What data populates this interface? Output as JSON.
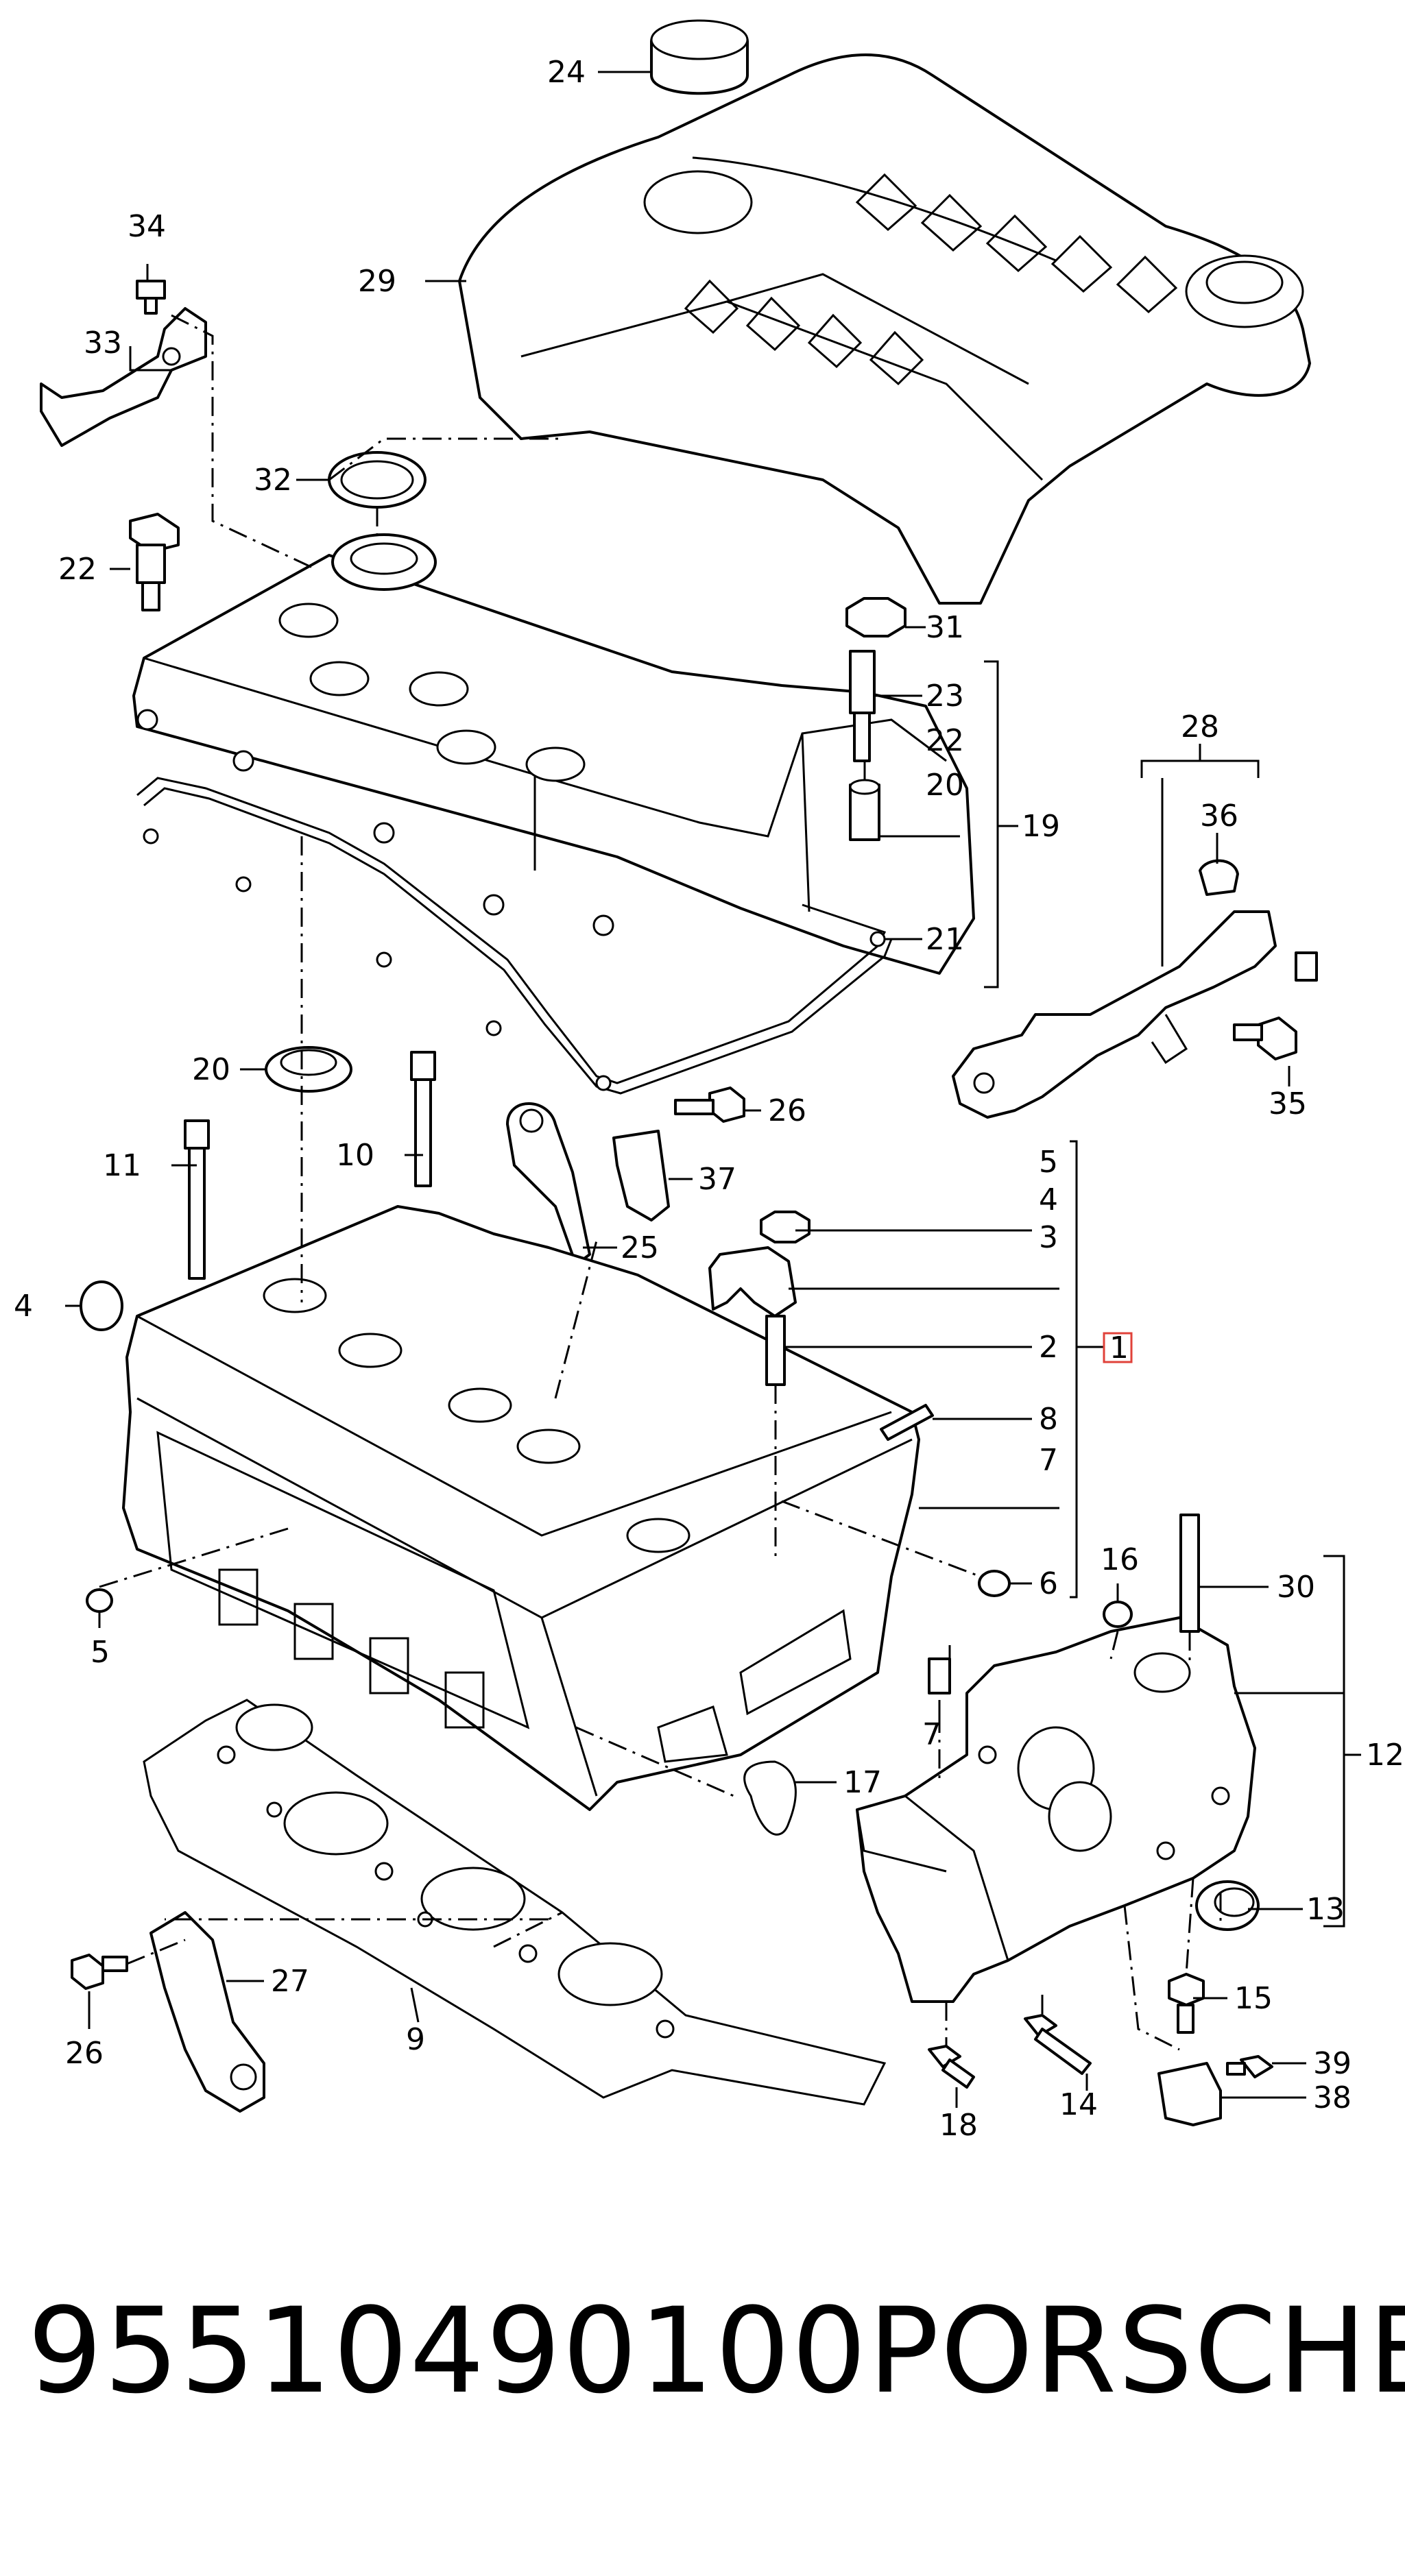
{
  "caption": {
    "part_number": "95510490100",
    "brand": "PORSCHE"
  },
  "callouts": {
    "c24": "24",
    "c29": "29",
    "c34": "34",
    "c33": "33",
    "c32": "32",
    "c22a": "22",
    "c31": "31",
    "c23": "23",
    "c22b": "22",
    "c20a": "20",
    "c19": "19",
    "c21": "21",
    "c28": "28",
    "c36": "36",
    "c35": "35",
    "c20b": "20",
    "c10": "10",
    "c26a": "26",
    "c37": "37",
    "c11": "11",
    "c25": "25",
    "c5a": "5",
    "c4a": "4",
    "c3": "3",
    "c4b": "4",
    "c2": "2",
    "c1": "1",
    "c8": "8",
    "c7a": "7",
    "c5b": "5",
    "c6": "6",
    "c16": "16",
    "c30": "30",
    "c7b": "7",
    "c12": "12",
    "c17": "17",
    "c13": "13",
    "c27": "27",
    "c9": "9",
    "c26b": "26",
    "c15": "15",
    "c18": "18",
    "c14": "14",
    "c39": "39",
    "c38": "38"
  }
}
